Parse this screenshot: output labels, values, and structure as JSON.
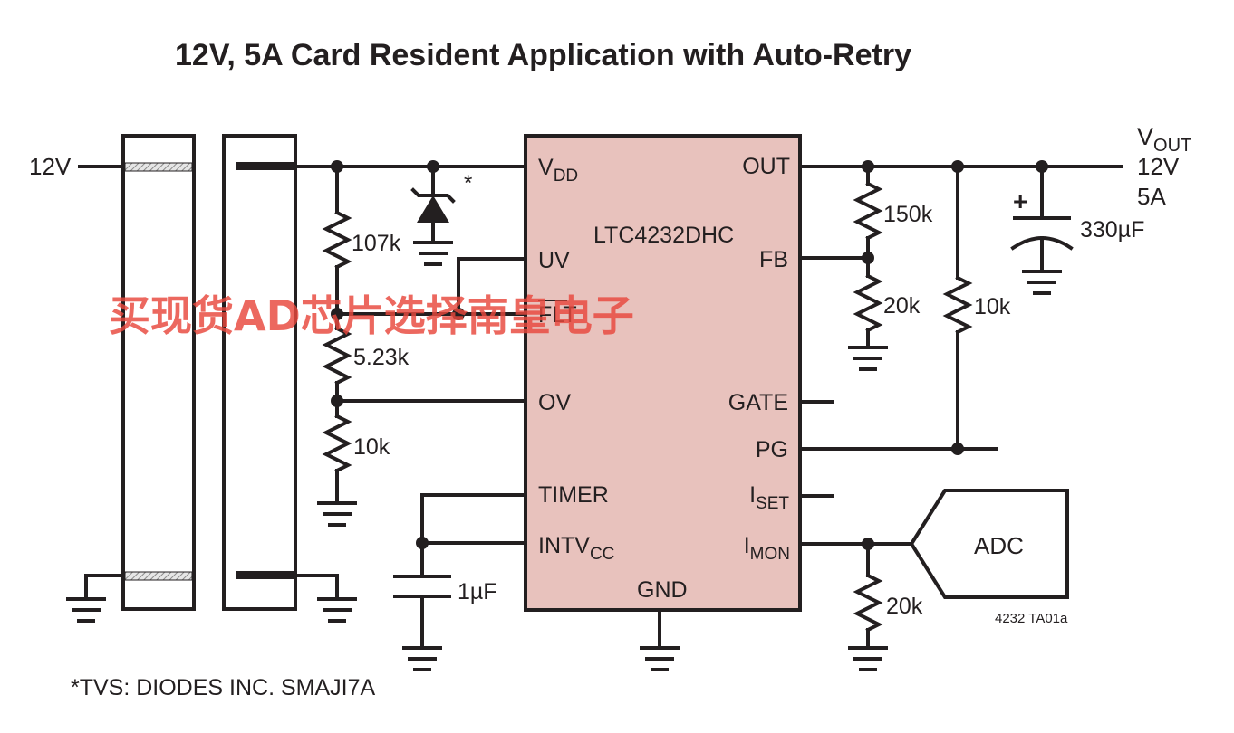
{
  "title": "12V, 5A Card Resident Application with Auto-Retry",
  "watermark": "买现货AD芯片选择南皇电子",
  "input_label": "12V",
  "ic": {
    "part": "LTC4232DHC",
    "pins_left": {
      "vdd_main": "V",
      "vdd_sub": "DD",
      "uv": "UV",
      "flt": "FLT",
      "ov": "OV",
      "timer": "TIMER",
      "intvcc_main": "INTV",
      "intvcc_sub": "CC"
    },
    "pins_right": {
      "out": "OUT",
      "fb": "FB",
      "gate": "GATE",
      "pg": "PG",
      "iset_main": "I",
      "iset_sub": "SET",
      "imon_main": "I",
      "imon_sub": "MON"
    },
    "pin_bottom": {
      "gnd": "GND"
    }
  },
  "output": {
    "v_main": "V",
    "v_sub": "OUT",
    "voltage": "12V",
    "current": "5A"
  },
  "components": {
    "r107k": "107k",
    "r523k": "5.23k",
    "r10k_left": "10k",
    "r150k": "150k",
    "r20k_fb": "20k",
    "r10k_pg": "10k",
    "c330": "330µF",
    "cap_plus": "+",
    "c1u": "1µF",
    "r20k_imon": "20k",
    "tvs_star": "*"
  },
  "adc_label": "ADC",
  "figure_id": "4232 TA01a",
  "footnote": "*TVS: DIODES INC. SMAJI7A",
  "colors": {
    "ic_fill": "#e8c2bd",
    "ink": "#231f20",
    "watermark": "#e8483d",
    "connector_hatch": "#9a9a9a"
  }
}
